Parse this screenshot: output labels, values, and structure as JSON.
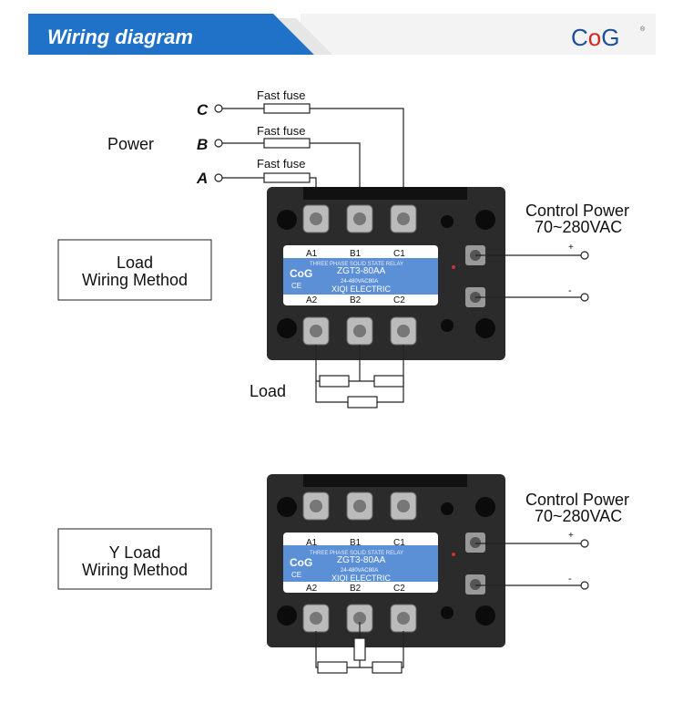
{
  "header": {
    "title": "Wiring diagram",
    "logo": "CoG",
    "logo_mark": "®"
  },
  "colors": {
    "banner": "#1f72c8",
    "logo_blue": "#1b4f9c",
    "logo_red": "#d7261e",
    "relay_body": "#2b2b2b",
    "label_plate": "#5b8fd6"
  },
  "diagram1": {
    "power_label": "Power",
    "phases": [
      "C",
      "B",
      "A"
    ],
    "fuse_label": "Fast fuse",
    "control_power": "Control Power",
    "control_voltage": "70~280VAC",
    "plus": "+",
    "minus": "-",
    "method": [
      "Load",
      "Wiring Method"
    ],
    "load_label": "Load"
  },
  "diagram2": {
    "control_power": "Control Power",
    "control_voltage": "70~280VAC",
    "plus": "+",
    "minus": "-",
    "method": [
      "Y Load",
      "Wiring Method"
    ]
  },
  "relay": {
    "top_terminals": [
      "A1",
      "B1",
      "C1"
    ],
    "bottom_terminals": [
      "A2",
      "B2",
      "C2"
    ],
    "type": "THREE PHASE SOLID STATE RELAY",
    "brand": "CoG",
    "model": "ZGT3-80AA",
    "rating": "24-480VAC80A",
    "maker": "XIQI  ELECTRIC",
    "ce": "CE"
  }
}
